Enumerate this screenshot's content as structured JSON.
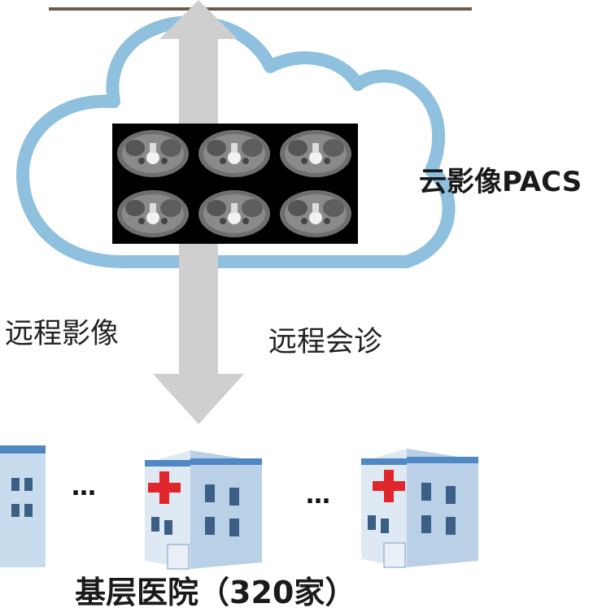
{
  "cloud_label": "云影像PACS",
  "left_label": "远程影像",
  "right_label": "远程会诊",
  "bottom_label": "基层医院（320家）",
  "ellipsis_1": "…",
  "ellipsis_2": "…",
  "colors": {
    "cloud_outline": "#8fc0de",
    "arrow": "#cfcfcf",
    "hospital_body": "#c9dced",
    "hospital_trim": "#4f88c2",
    "red_cross": "#e0262b"
  },
  "icons": [
    "cloud-icon",
    "double-arrow-icon",
    "hospital-icon",
    "red-cross-icon"
  ]
}
